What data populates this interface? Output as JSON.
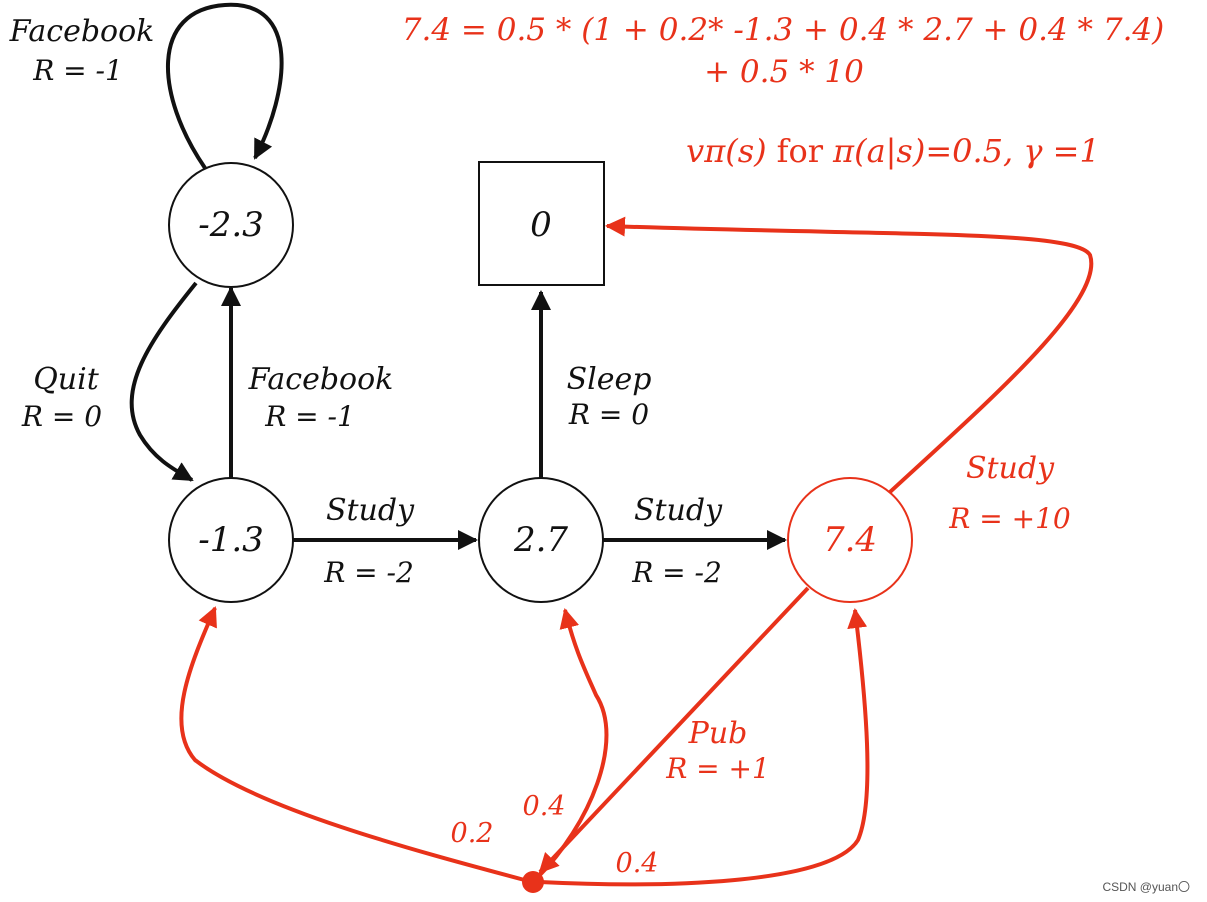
{
  "colors": {
    "black": "#111111",
    "red": "#e8321a"
  },
  "equation": {
    "line1": "7.4 = 0.5 * (1 + 0.2* -1.3 + 0.4 * 2.7 + 0.4 * 7.4)",
    "line2": "+ 0.5 * 10"
  },
  "subtitle": {
    "vpi": "vπ(s)",
    "for": "for",
    "policy": "π(a|s)=0.5, γ =1"
  },
  "states": {
    "facebook_state": "-2.3",
    "class1": "-1.3",
    "class2": "2.7",
    "class3": "7.4",
    "sleep": "0"
  },
  "labels": {
    "facebook_loop": {
      "action": "Facebook",
      "reward": "R = -1"
    },
    "quit": {
      "action": "Quit",
      "reward": "R = 0"
    },
    "facebook": {
      "action": "Facebook",
      "reward": "R = -1"
    },
    "study1": {
      "action": "Study",
      "reward": "R = -2"
    },
    "study2": {
      "action": "Study",
      "reward": "R = -2"
    },
    "sleep": {
      "action": "Sleep",
      "reward": "R = 0"
    },
    "study3": {
      "action": "Study",
      "reward": "R = +10"
    },
    "pub": {
      "action": "Pub",
      "reward": "R = +1"
    }
  },
  "probabilities": {
    "to_class1": "0.2",
    "to_class2": "0.4",
    "to_class3": "0.4"
  },
  "watermark": "CSDN @yuan〇"
}
